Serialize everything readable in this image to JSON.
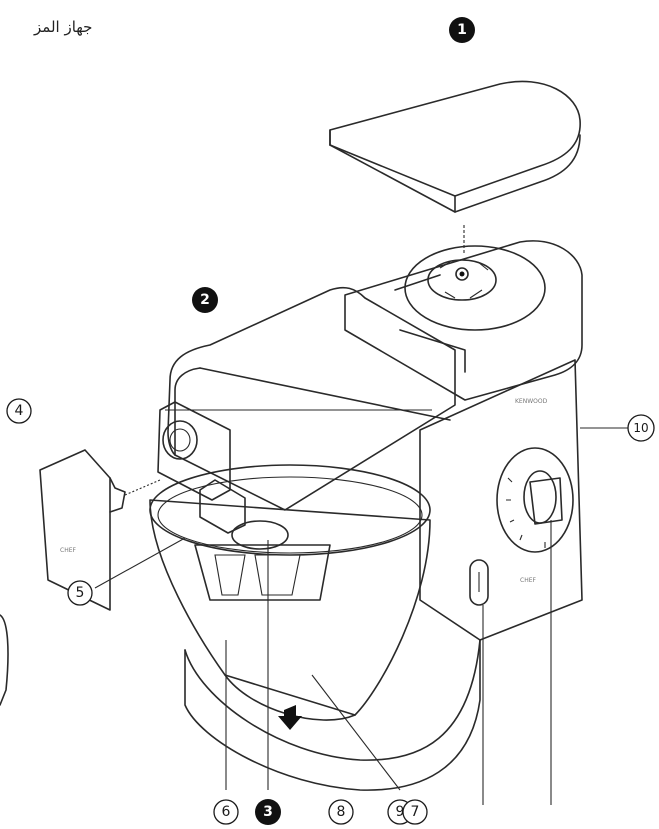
{
  "caption": "جهاز المز",
  "callouts": [
    {
      "id": "1",
      "label": "❶"
    },
    {
      "id": "2",
      "label": "❷"
    },
    {
      "id": "3",
      "label": "❸"
    },
    {
      "id": "4",
      "label": "④"
    },
    {
      "id": "5",
      "label": "⑤"
    },
    {
      "id": "6",
      "label": "⑥"
    },
    {
      "id": "8",
      "label": "⑧"
    },
    {
      "id": "9",
      "label": "⑨"
    },
    {
      "id": "7",
      "label": "⑦"
    },
    {
      "id": "10",
      "label": "⑩"
    }
  ],
  "brand_text": "KENWOOD",
  "model_text": "CHEF"
}
